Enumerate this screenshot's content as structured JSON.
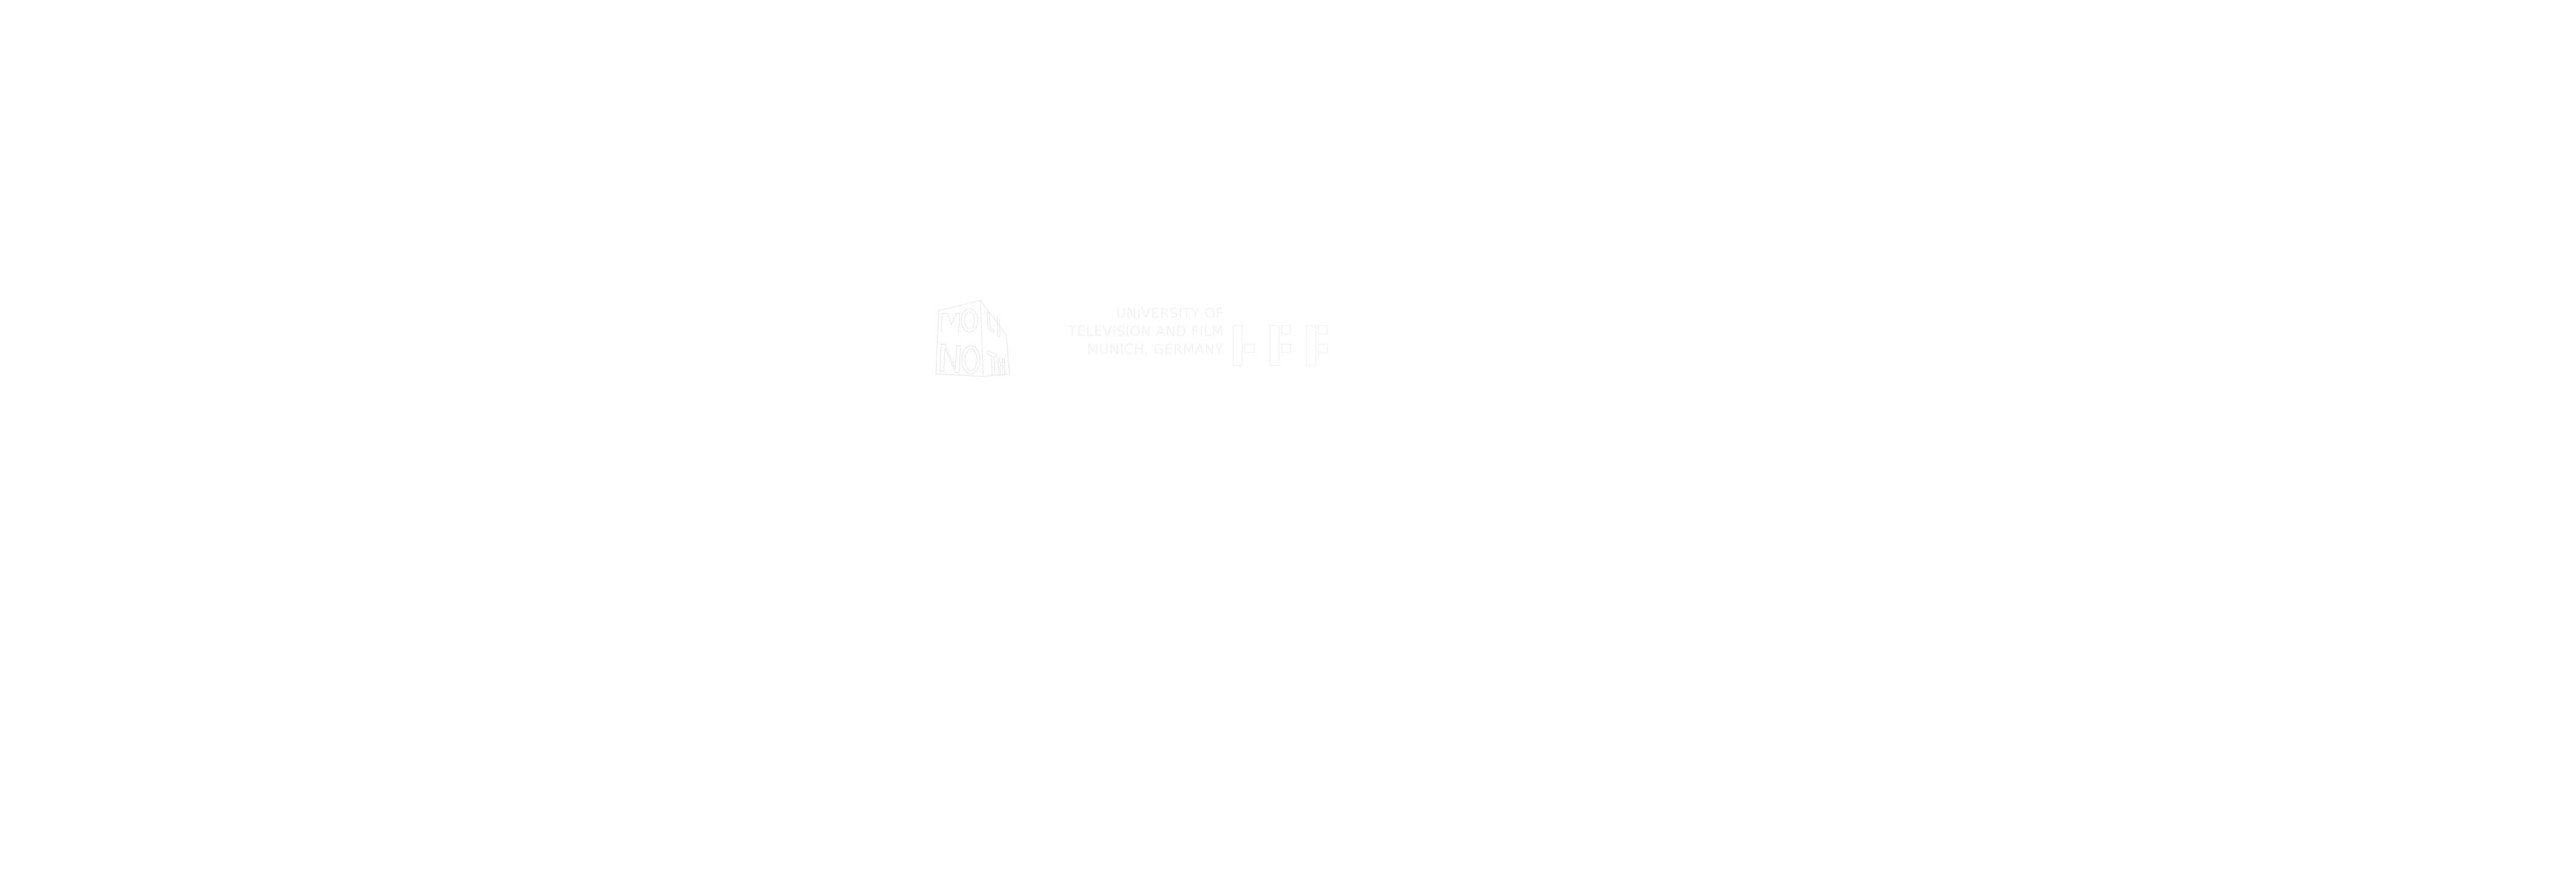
{
  "background_color": "#ffffff",
  "logo": {
    "name": "MONOLITH",
    "cube_letters": {
      "front_top": "MO",
      "front_bottom": "NO",
      "side_top": "LI",
      "side_bottom": "TH"
    },
    "stroke_color": "#ececec"
  },
  "institution": {
    "lines": [
      "UNIVERSITY OF",
      "TELEVISION AND FILM",
      "MUNICH, GERMANY"
    ],
    "text_color": "#f3f3f3"
  },
  "hff_mark": {
    "label": "HFF",
    "stroke_color": "#f0f0f0"
  }
}
